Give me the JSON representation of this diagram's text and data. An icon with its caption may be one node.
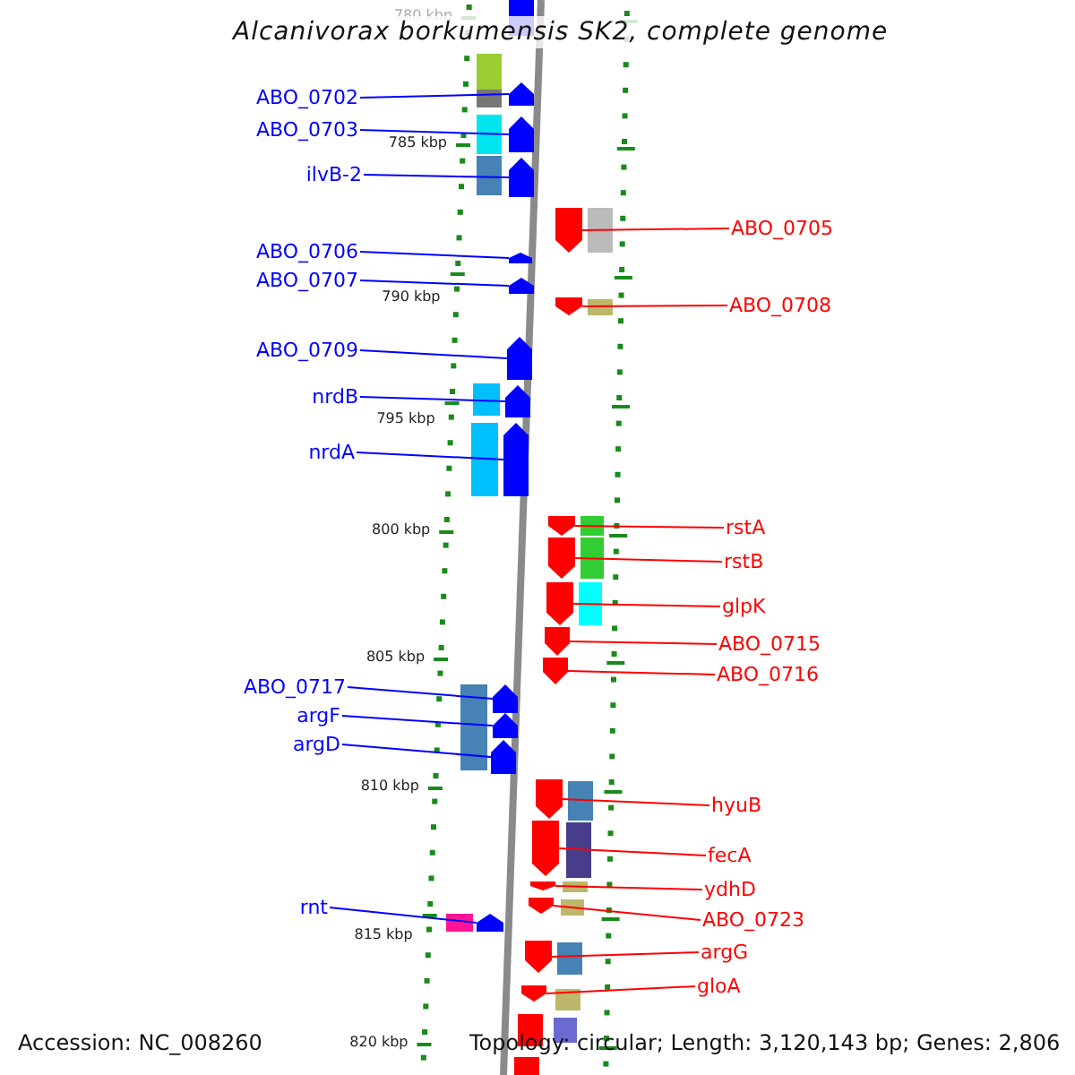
{
  "diagram": {
    "title": "Alcanivorax borkumensis SK2, complete genome",
    "nodes": [
      {
        "text": [
          "ABO_0702"
        ]
      },
      {
        "text": [],
        "shape": "arrow"
      },
      {
        "text": [
          "ABO_0703"
        ]
      },
      {
        "text": [],
        "shape": "arrow"
      },
      {
        "text": [
          "ilvB-2"
        ]
      },
      {
        "text": [],
        "shape": "arrow"
      },
      {
        "text": [
          "ABO_0705"
        ]
      },
      {
        "text": [],
        "shape": "arrow"
      },
      {
        "text": [
          "ABO_0706"
        ]
      },
      {
        "text": [],
        "shape": "arrow"
      },
      {
        "text": [
          "ABO_0707"
        ]
      },
      {
        "text": [],
        "shape": "arrow"
      },
      {
        "text": [
          "ABO_0708"
        ]
      },
      {
        "text": [],
        "shape": "arrow"
      },
      {
        "text": [
          "ABO_0709"
        ]
      },
      {
        "text": [],
        "shape": "arrow"
      },
      {
        "text": [
          "nrdB"
        ]
      },
      {
        "text": [],
        "shape": "arrow"
      },
      {
        "text": [
          "nrdA"
        ]
      },
      {
        "text": [],
        "shape": "arrow"
      },
      {
        "text": [
          "rstA"
        ]
      },
      {
        "text": [],
        "shape": "arrow"
      },
      {
        "text": [
          "rstB"
        ]
      },
      {
        "text": [],
        "shape": "arrow"
      },
      {
        "text": [
          "glpK"
        ]
      },
      {
        "text": [],
        "shape": "arrow"
      },
      {
        "text": [
          "ABO_0715"
        ]
      },
      {
        "text": [],
        "shape": "arrow"
      },
      {
        "text": [
          "ABO_0716"
        ]
      },
      {
        "text": [],
        "shape": "arrow"
      },
      {
        "text": [
          "ABO_0717"
        ]
      },
      {
        "text": [],
        "shape": "arrow"
      },
      {
        "text": [
          "argF"
        ]
      },
      {
        "text": [],
        "shape": "arrow"
      },
      {
        "text": [
          "argD"
        ]
      },
      {
        "text": [],
        "shape": "arrow"
      },
      {
        "text": [
          "hyuB"
        ]
      },
      {
        "text": [],
        "shape": "arrow"
      },
      {
        "text": [
          "fecA"
        ]
      },
      {
        "text": [],
        "shape": "arrow"
      },
      {
        "text": [
          "ydhD"
        ]
      },
      {
        "text": [],
        "shape": "arrow"
      },
      {
        "text": [
          "rnt"
        ]
      },
      {
        "text": [],
        "shape": "arrow"
      },
      {
        "text": [
          "ABO_0723"
        ]
      },
      {
        "text": [],
        "shape": "arrow"
      },
      {
        "text": [
          "argG"
        ]
      },
      {
        "text": [],
        "shape": "arrow"
      },
      {
        "text": [
          "gloA"
        ]
      },
      {
        "text": [],
        "shape": "arrow"
      }
    ],
    "edges": [
      {
        "from": 0,
        "to": 1,
        "arrow": "none",
        "color": "#0000ff"
      },
      {
        "from": 2,
        "to": 3,
        "arrow": "none",
        "color": "#0000ff"
      },
      {
        "from": 4,
        "to": 5,
        "arrow": "none",
        "color": "#0000ff"
      },
      {
        "from": 6,
        "to": 7,
        "arrow": "none"
      },
      {
        "from": 8,
        "to": 9,
        "arrow": "none",
        "color": "#0000ff"
      },
      {
        "from": 10,
        "to": 11,
        "arrow": "none",
        "color": "#0000ff"
      },
      {
        "from": 12,
        "to": 13,
        "arrow": "none"
      },
      {
        "from": 14,
        "to": 15,
        "arrow": "none",
        "color": "#0000ff"
      },
      {
        "from": 16,
        "to": 17,
        "arrow": "none",
        "color": "#0000ff"
      },
      {
        "from": 18,
        "to": 19,
        "arrow": "none",
        "color": "#0000ff"
      },
      {
        "from": 20,
        "to": 21,
        "arrow": "none"
      },
      {
        "from": 22,
        "to": 23,
        "arrow": "none"
      },
      {
        "from": 24,
        "to": 25,
        "arrow": "none"
      },
      {
        "from": 26,
        "to": 27,
        "arrow": "none"
      },
      {
        "from": 28,
        "to": 29,
        "arrow": "none"
      },
      {
        "from": 30,
        "to": 31,
        "arrow": "none",
        "color": "#0000ff"
      },
      {
        "from": 32,
        "to": 33,
        "arrow": "none",
        "color": "#0000ff"
      },
      {
        "from": 34,
        "to": 35,
        "arrow": "none",
        "color": "#0000ff"
      },
      {
        "from": 36,
        "to": 37,
        "arrow": "none"
      },
      {
        "from": 38,
        "to": 39,
        "arrow": "none"
      },
      {
        "from": 40,
        "to": 41,
        "arrow": "none"
      },
      {
        "from": 42,
        "to": 43,
        "arrow": "none",
        "color": "#0000ff"
      },
      {
        "from": 44,
        "to": 45,
        "arrow": "none"
      },
      {
        "from": 46,
        "to": 47,
        "arrow": "none"
      },
      {
        "from": 48,
        "to": 49,
        "arrow": "none"
      }
    ],
    "labels": [
      "780 kbp",
      "785 kbp",
      "790 kbp",
      "795 kbp",
      "800 kbp",
      "805 kbp",
      "810 kbp",
      "815 kbp",
      "820 kbp",
      "Accession: NC_008260",
      "Topology: circular; Length: 3,120,143 bp; Genes: 2,806"
    ]
  }
}
